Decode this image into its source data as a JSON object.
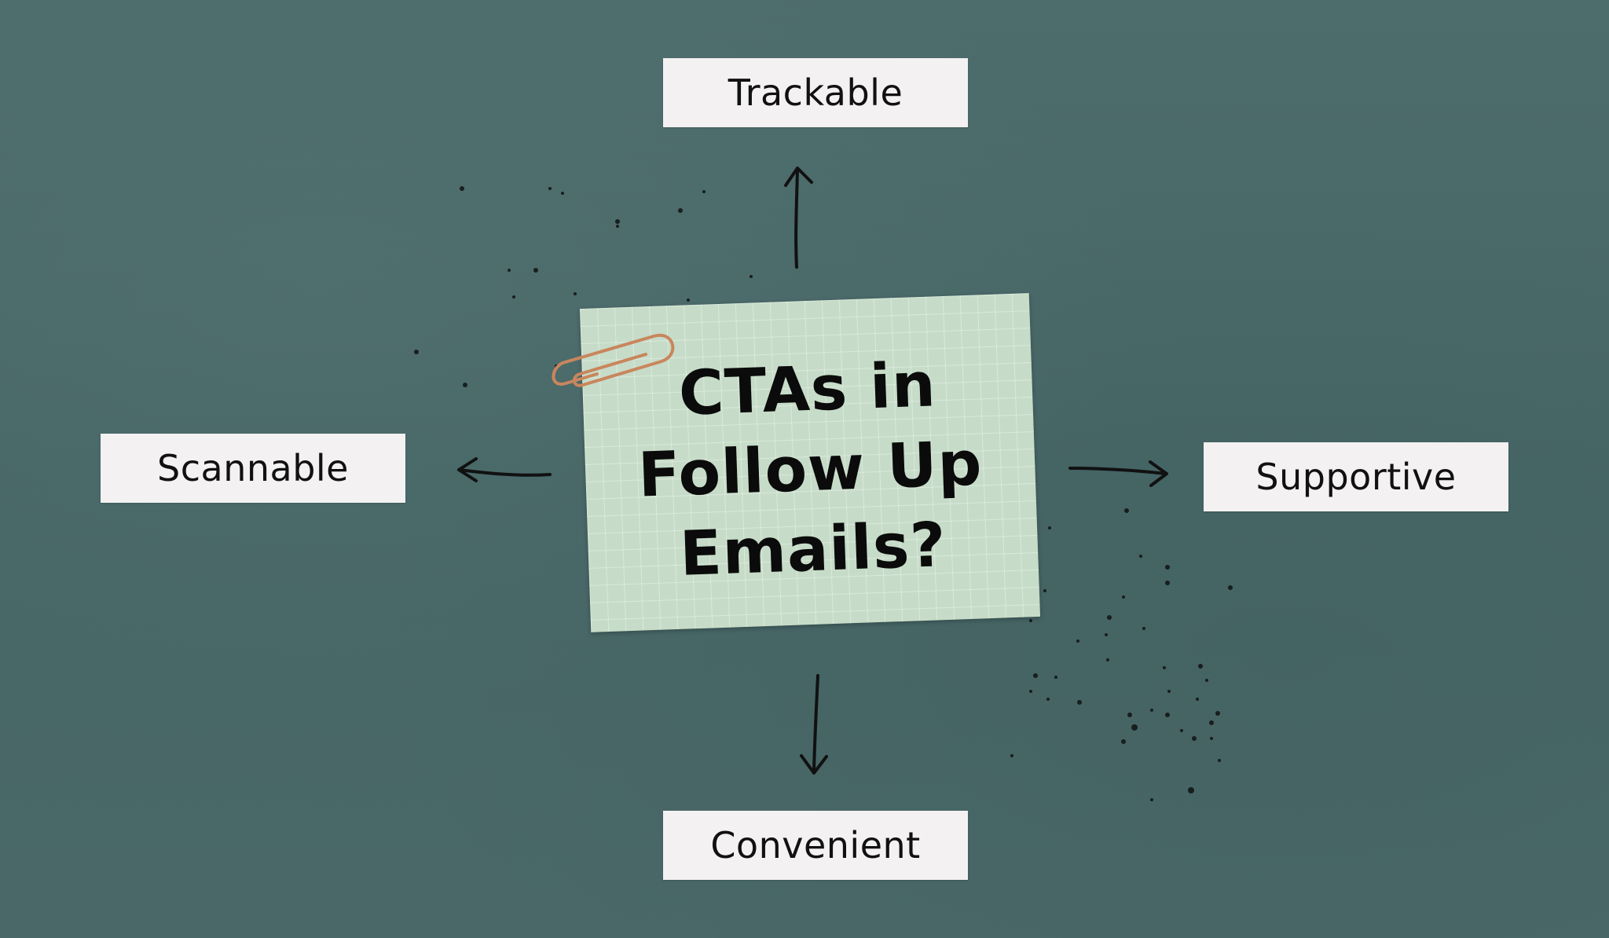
{
  "diagram": {
    "center_title": "CTAs in\nFollow Up\nEmails?",
    "nodes": {
      "top": "Trackable",
      "left": "Scannable",
      "right": "Supportive",
      "bottom": "Convenient"
    }
  },
  "colors": {
    "background": "#4a6969",
    "note": "#c6dcc8",
    "label_box": "#f3f1f1",
    "text": "#111111",
    "arrow": "#111111",
    "paperclip": "#c9865c"
  },
  "icons": [
    "paperclip-icon",
    "arrow-up-icon",
    "arrow-left-icon",
    "arrow-right-icon",
    "arrow-down-icon"
  ]
}
